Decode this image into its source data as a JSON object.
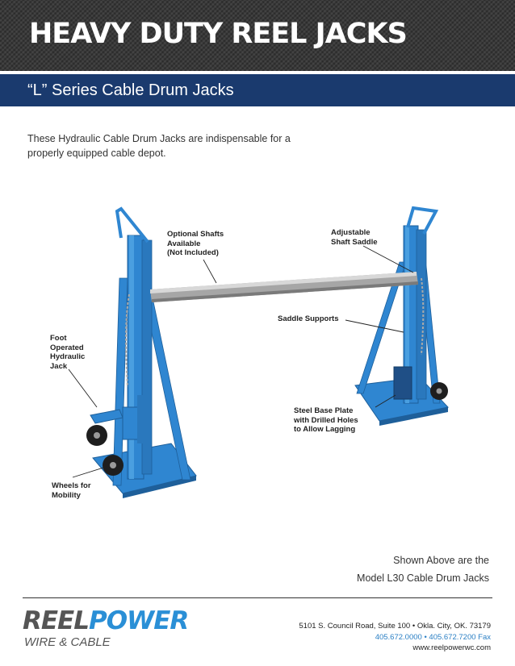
{
  "header": {
    "title": "HEAVY DUTY REEL JACKS",
    "subtitle": "“L” Series Cable Drum Jacks"
  },
  "intro": {
    "text": "These Hydraulic Cable Drum Jacks are indispensable for a properly equipped cable depot."
  },
  "callouts": {
    "optional_shafts": "Optional Shafts\nAvailable\n(Not Included)",
    "adjustable_saddle": "Adjustable\nShaft Saddle",
    "saddle_supports": "Saddle Supports",
    "foot_jack": "Foot\nOperated\nHydraulic\nJack",
    "base_plate": "Steel Base Plate\nwith Drilled Holes\nto Allow Lagging",
    "wheels": "Wheels for\nMobility"
  },
  "caption": {
    "line1": "Shown Above are the",
    "line2": "Model L30 Cable Drum Jacks"
  },
  "footer": {
    "logo_reel": "REEL",
    "logo_power": "POWER",
    "logo_sub": "WIRE & CABLE",
    "address": "5101 S. Council Road, Suite 100 • Okla. City, OK. 73179",
    "phones": "405.672.0000 • 405.672.7200 Fax",
    "website": "www.reelpowerwc.com"
  },
  "colors": {
    "banner": "#3a3a3a",
    "subbar": "#1a3a6e",
    "jack_blue": "#2f86d1",
    "accent_blue": "#2a8fd6"
  }
}
